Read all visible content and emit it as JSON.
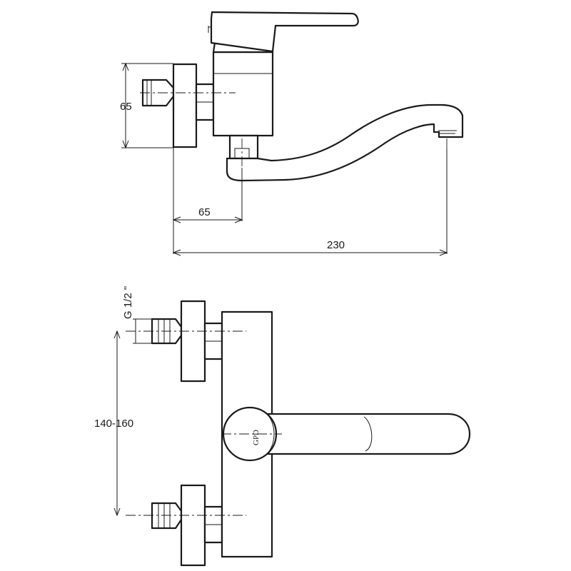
{
  "dimensions": {
    "inlet_height": "65",
    "spout_offset": "65",
    "total_length": "230",
    "thread": "G 1/2 \"",
    "inlet_spacing": "140-160"
  },
  "logo": "GPD"
}
